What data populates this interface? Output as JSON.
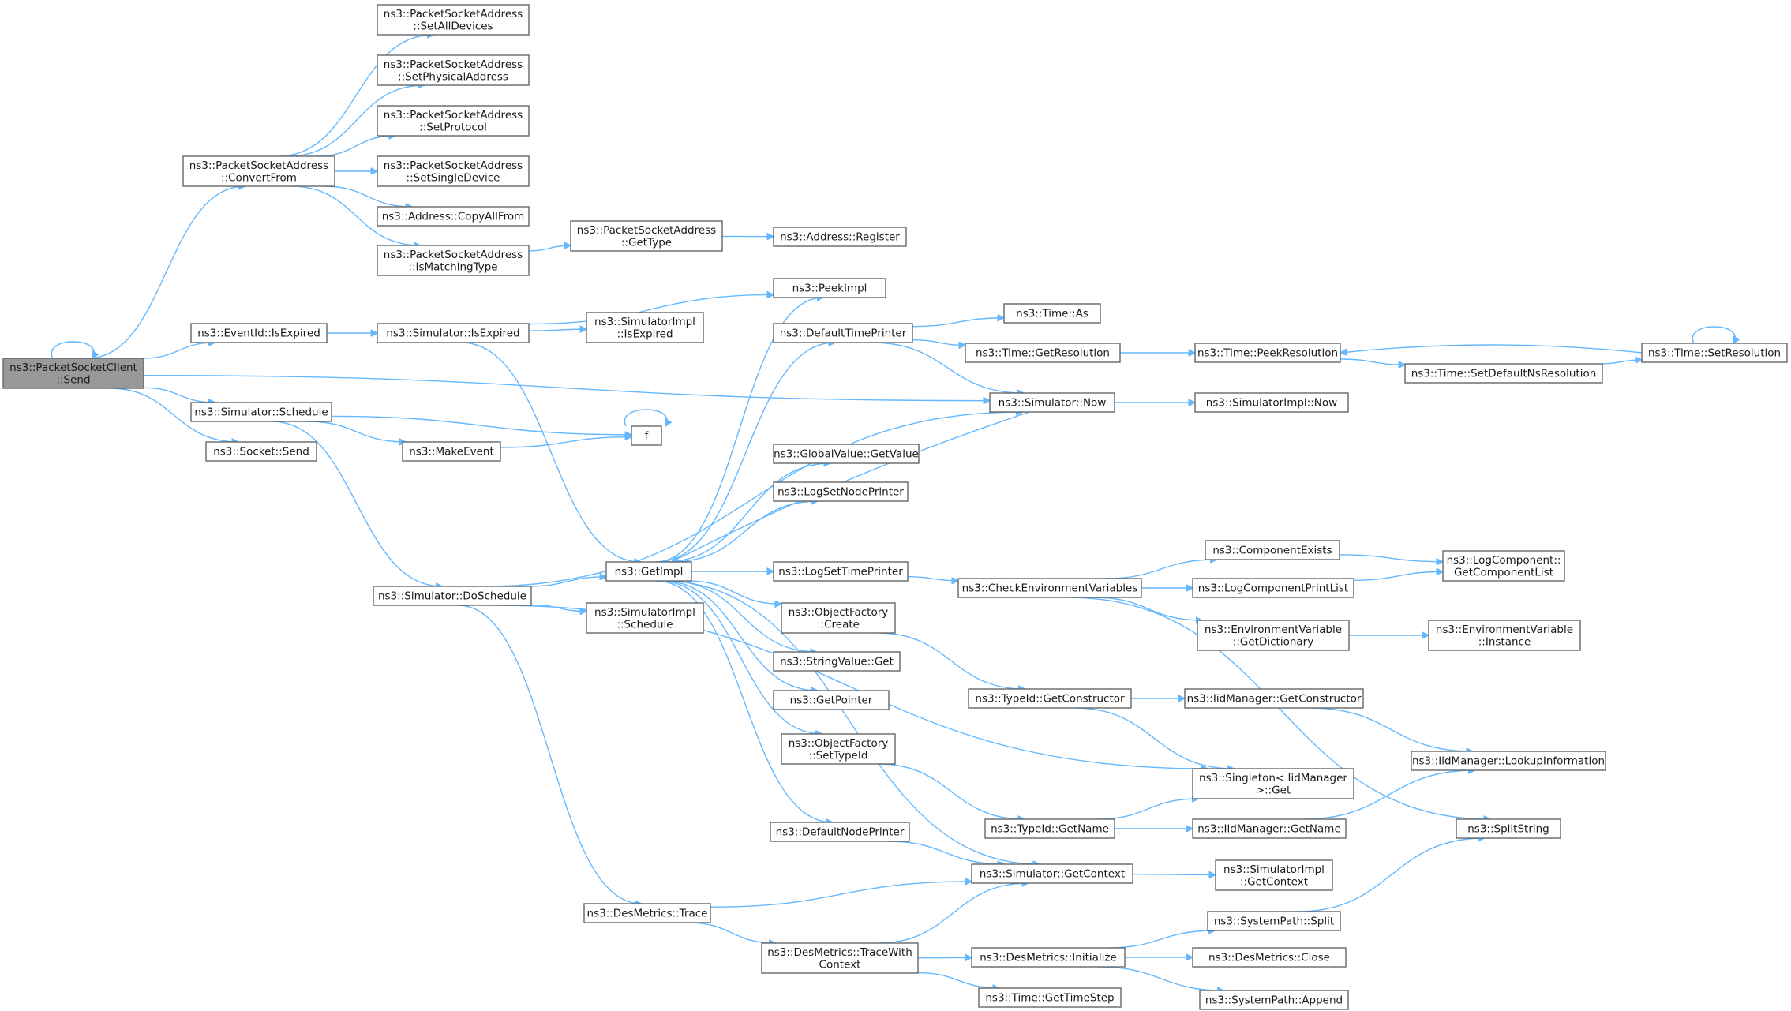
{
  "nodes": [
    {
      "id": "psc_send",
      "lines": [
        "ns3::PacketSocketClient",
        "::Send"
      ],
      "root": true
    },
    {
      "id": "psa_convertfrom",
      "lines": [
        "ns3::PacketSocketAddress",
        "::ConvertFrom"
      ]
    },
    {
      "id": "psa_setalldevices",
      "lines": [
        "ns3::PacketSocketAddress",
        "::SetAllDevices"
      ]
    },
    {
      "id": "psa_setphysical",
      "lines": [
        "ns3::PacketSocketAddress",
        "::SetPhysicalAddress"
      ]
    },
    {
      "id": "psa_setprotocol",
      "lines": [
        "ns3::PacketSocketAddress",
        "::SetProtocol"
      ]
    },
    {
      "id": "psa_setsingle",
      "lines": [
        "ns3::PacketSocketAddress",
        "::SetSingleDevice"
      ]
    },
    {
      "id": "addr_copyallfrom",
      "lines": [
        "ns3::Address::CopyAllFrom"
      ]
    },
    {
      "id": "psa_ismatching",
      "lines": [
        "ns3::PacketSocketAddress",
        "::IsMatchingType"
      ]
    },
    {
      "id": "psa_gettype",
      "lines": [
        "ns3::PacketSocketAddress",
        "::GetType"
      ]
    },
    {
      "id": "addr_register",
      "lines": [
        "ns3::Address::Register"
      ]
    },
    {
      "id": "eventid_isexpired",
      "lines": [
        "ns3::EventId::IsExpired"
      ]
    },
    {
      "id": "sim_isexpired",
      "lines": [
        "ns3::Simulator::IsExpired"
      ]
    },
    {
      "id": "peekimpl",
      "lines": [
        "ns3::PeekImpl"
      ]
    },
    {
      "id": "simimpl_isexpired",
      "lines": [
        "ns3::SimulatorImpl",
        "::IsExpired"
      ]
    },
    {
      "id": "defaulttimeprinter",
      "lines": [
        "ns3::DefaultTimePrinter"
      ]
    },
    {
      "id": "time_as",
      "lines": [
        "ns3::Time::As"
      ]
    },
    {
      "id": "time_getresolution",
      "lines": [
        "ns3::Time::GetResolution"
      ]
    },
    {
      "id": "time_peekresolution",
      "lines": [
        "ns3::Time::PeekResolution"
      ]
    },
    {
      "id": "time_setresolution",
      "lines": [
        "ns3::Time::SetResolution"
      ]
    },
    {
      "id": "time_setdefaultns",
      "lines": [
        "ns3::Time::SetDefaultNsResolution"
      ]
    },
    {
      "id": "sim_now",
      "lines": [
        "ns3::Simulator::Now"
      ]
    },
    {
      "id": "simimpl_now",
      "lines": [
        "ns3::SimulatorImpl::Now"
      ]
    },
    {
      "id": "sim_schedule",
      "lines": [
        "ns3::Simulator::Schedule"
      ]
    },
    {
      "id": "f",
      "lines": [
        "f"
      ]
    },
    {
      "id": "socket_send",
      "lines": [
        "ns3::Socket::Send"
      ]
    },
    {
      "id": "makeevent",
      "lines": [
        "ns3::MakeEvent"
      ]
    },
    {
      "id": "gv_getvalue",
      "lines": [
        "ns3::GlobalValue::GetValue"
      ]
    },
    {
      "id": "logsetnodeprinter",
      "lines": [
        "ns3::LogSetNodePrinter"
      ]
    },
    {
      "id": "getimpl",
      "lines": [
        "ns3::GetImpl"
      ]
    },
    {
      "id": "logsettimeprinter",
      "lines": [
        "ns3::LogSetTimePrinter"
      ]
    },
    {
      "id": "checkenv",
      "lines": [
        "ns3::CheckEnvironmentVariables"
      ]
    },
    {
      "id": "componentexists",
      "lines": [
        "ns3::ComponentExists"
      ]
    },
    {
      "id": "logcomp_getlist",
      "lines": [
        "ns3::LogComponent::",
        "GetComponentList"
      ]
    },
    {
      "id": "logcompprintlist",
      "lines": [
        "ns3::LogComponentPrintList"
      ]
    },
    {
      "id": "envvar_getdict",
      "lines": [
        "ns3::EnvironmentVariable",
        "::GetDictionary"
      ]
    },
    {
      "id": "envvar_instance",
      "lines": [
        "ns3::EnvironmentVariable",
        "::Instance"
      ]
    },
    {
      "id": "sim_doschedule",
      "lines": [
        "ns3::Simulator::DoSchedule"
      ]
    },
    {
      "id": "simimpl_schedule",
      "lines": [
        "ns3::SimulatorImpl",
        "::Schedule"
      ]
    },
    {
      "id": "of_create",
      "lines": [
        "ns3::ObjectFactory",
        "::Create"
      ]
    },
    {
      "id": "stringvalue_get",
      "lines": [
        "ns3::StringValue::Get"
      ]
    },
    {
      "id": "getpointer",
      "lines": [
        "ns3::GetPointer"
      ]
    },
    {
      "id": "of_settypeid",
      "lines": [
        "ns3::ObjectFactory",
        "::SetTypeId"
      ]
    },
    {
      "id": "typeid_getconstructor",
      "lines": [
        "ns3::TypeId::GetConstructor"
      ]
    },
    {
      "id": "iidmgr_getconstructor",
      "lines": [
        "ns3::IidManager::GetConstructor"
      ]
    },
    {
      "id": "iidmgr_lookup",
      "lines": [
        "ns3::IidManager::LookupInformation"
      ]
    },
    {
      "id": "singleton_get",
      "lines": [
        "ns3::Singleton< IidManager",
        " >::Get"
      ]
    },
    {
      "id": "typeid_getname",
      "lines": [
        "ns3::TypeId::GetName"
      ]
    },
    {
      "id": "iidmgr_getname",
      "lines": [
        "ns3::IidManager::GetName"
      ]
    },
    {
      "id": "splitstring",
      "lines": [
        "ns3::SplitString"
      ]
    },
    {
      "id": "defaultnodeprinter",
      "lines": [
        "ns3::DefaultNodePrinter"
      ]
    },
    {
      "id": "sim_getcontext",
      "lines": [
        "ns3::Simulator::GetContext"
      ]
    },
    {
      "id": "simimpl_getcontext",
      "lines": [
        "ns3::SimulatorImpl",
        "::GetContext"
      ]
    },
    {
      "id": "desm_trace",
      "lines": [
        "ns3::DesMetrics::Trace"
      ]
    },
    {
      "id": "desm_tracewithcontext",
      "lines": [
        "ns3::DesMetrics::TraceWith",
        "Context"
      ]
    },
    {
      "id": "syspath_split",
      "lines": [
        "ns3::SystemPath::Split"
      ]
    },
    {
      "id": "desm_initialize",
      "lines": [
        "ns3::DesMetrics::Initialize"
      ]
    },
    {
      "id": "desm_close",
      "lines": [
        "ns3::DesMetrics::Close"
      ]
    },
    {
      "id": "time_gettimestep",
      "lines": [
        "ns3::Time::GetTimeStep"
      ]
    },
    {
      "id": "syspath_append",
      "lines": [
        "ns3::SystemPath::Append"
      ]
    }
  ],
  "edges": [
    [
      "psc_send",
      "psc_send"
    ],
    [
      "psc_send",
      "psa_convertfrom"
    ],
    [
      "psc_send",
      "eventid_isexpired"
    ],
    [
      "psc_send",
      "sim_now"
    ],
    [
      "psc_send",
      "sim_schedule"
    ],
    [
      "psc_send",
      "socket_send"
    ],
    [
      "psa_convertfrom",
      "psa_setalldevices"
    ],
    [
      "psa_convertfrom",
      "psa_setphysical"
    ],
    [
      "psa_convertfrom",
      "psa_setprotocol"
    ],
    [
      "psa_convertfrom",
      "psa_setsingle"
    ],
    [
      "psa_convertfrom",
      "addr_copyallfrom"
    ],
    [
      "psa_convertfrom",
      "psa_ismatching"
    ],
    [
      "psa_ismatching",
      "psa_gettype"
    ],
    [
      "psa_gettype",
      "addr_register"
    ],
    [
      "eventid_isexpired",
      "sim_isexpired"
    ],
    [
      "sim_isexpired",
      "peekimpl"
    ],
    [
      "sim_isexpired",
      "simimpl_isexpired"
    ],
    [
      "sim_isexpired",
      "getimpl"
    ],
    [
      "defaulttimeprinter",
      "time_as"
    ],
    [
      "defaulttimeprinter",
      "time_getresolution"
    ],
    [
      "defaulttimeprinter",
      "sim_now"
    ],
    [
      "time_getresolution",
      "time_peekresolution"
    ],
    [
      "time_peekresolution",
      "time_setdefaultns"
    ],
    [
      "time_setdefaultns",
      "time_setresolution"
    ],
    [
      "time_setresolution",
      "time_setresolution"
    ],
    [
      "time_setresolution",
      "time_peekresolution"
    ],
    [
      "sim_now",
      "simimpl_now"
    ],
    [
      "sim_now",
      "getimpl"
    ],
    [
      "sim_schedule",
      "f"
    ],
    [
      "sim_schedule",
      "makeevent"
    ],
    [
      "sim_schedule",
      "sim_doschedule"
    ],
    [
      "makeevent",
      "f"
    ],
    [
      "f",
      "f"
    ],
    [
      "sim_doschedule",
      "getimpl"
    ],
    [
      "sim_doschedule",
      "simimpl_schedule"
    ],
    [
      "sim_doschedule",
      "sim_now"
    ],
    [
      "sim_doschedule",
      "singleton_get"
    ],
    [
      "sim_doschedule",
      "desm_trace"
    ],
    [
      "getimpl",
      "peekimpl"
    ],
    [
      "getimpl",
      "defaulttimeprinter"
    ],
    [
      "getimpl",
      "gv_getvalue"
    ],
    [
      "getimpl",
      "logsetnodeprinter"
    ],
    [
      "getimpl",
      "logsettimeprinter"
    ],
    [
      "getimpl",
      "of_create"
    ],
    [
      "getimpl",
      "stringvalue_get"
    ],
    [
      "getimpl",
      "getpointer"
    ],
    [
      "getimpl",
      "of_settypeid"
    ],
    [
      "getimpl",
      "defaultnodeprinter"
    ],
    [
      "getimpl",
      "sim_getcontext"
    ],
    [
      "logsettimeprinter",
      "checkenv"
    ],
    [
      "checkenv",
      "componentexists"
    ],
    [
      "checkenv",
      "logcompprintlist"
    ],
    [
      "checkenv",
      "envvar_getdict"
    ],
    [
      "checkenv",
      "splitstring"
    ],
    [
      "componentexists",
      "logcomp_getlist"
    ],
    [
      "logcompprintlist",
      "logcomp_getlist"
    ],
    [
      "envvar_getdict",
      "envvar_instance"
    ],
    [
      "of_create",
      "typeid_getconstructor"
    ],
    [
      "typeid_getconstructor",
      "iidmgr_getconstructor"
    ],
    [
      "typeid_getconstructor",
      "singleton_get"
    ],
    [
      "iidmgr_getconstructor",
      "iidmgr_lookup"
    ],
    [
      "of_settypeid",
      "typeid_getname"
    ],
    [
      "typeid_getname",
      "singleton_get"
    ],
    [
      "typeid_getname",
      "iidmgr_getname"
    ],
    [
      "iidmgr_getname",
      "iidmgr_lookup"
    ],
    [
      "defaultnodeprinter",
      "sim_getcontext"
    ],
    [
      "sim_getcontext",
      "simimpl_getcontext"
    ],
    [
      "desm_trace",
      "sim_getcontext"
    ],
    [
      "desm_trace",
      "desm_tracewithcontext"
    ],
    [
      "desm_tracewithcontext",
      "sim_getcontext"
    ],
    [
      "desm_tracewithcontext",
      "desm_initialize"
    ],
    [
      "desm_tracewithcontext",
      "time_gettimestep"
    ],
    [
      "desm_initialize",
      "syspath_split"
    ],
    [
      "desm_initialize",
      "desm_close"
    ],
    [
      "desm_initialize",
      "syspath_append"
    ],
    [
      "syspath_split",
      "splitstring"
    ]
  ]
}
